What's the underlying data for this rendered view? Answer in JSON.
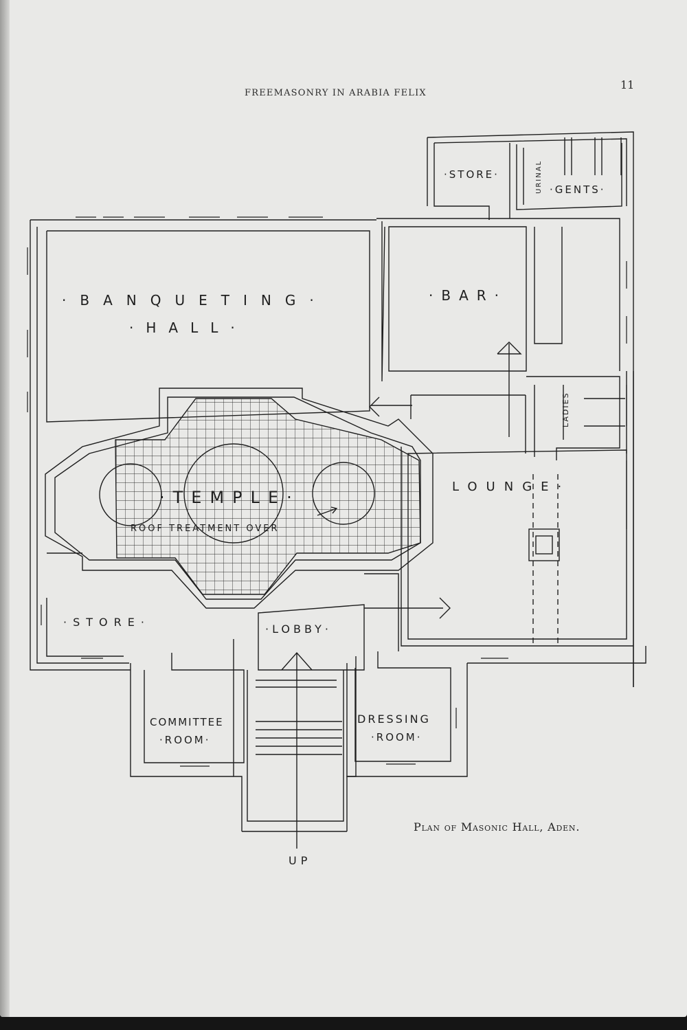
{
  "header": {
    "running_title": "FREEMASONRY IN ARABIA FELIX",
    "page_number": "11"
  },
  "caption": "Plan of Masonic Hall, Aden.",
  "plan_labels": {
    "store_top": "·STORE·",
    "urinal": "URINAL",
    "gents": "·GENTS·",
    "banqueting": "·BANQUETING·",
    "hall": "·HALL·",
    "bar": "·BAR·",
    "ladies": "LADIES",
    "temple": "·TEMPLE·",
    "roof_treatment": "ROOF TREATMENT OVER",
    "lounge": "LOUNGE·",
    "store_left": "·STORE·",
    "lobby": "·LOBBY·",
    "committee": "COMMITTEE",
    "committee_room": "·ROOM·",
    "dressing": "DRESSING",
    "dressing_room": "·ROOM·",
    "up": "UP"
  },
  "colors": {
    "paper": "#e9e9e7",
    "ink": "#1e1e1e",
    "backdrop": "#151515"
  }
}
